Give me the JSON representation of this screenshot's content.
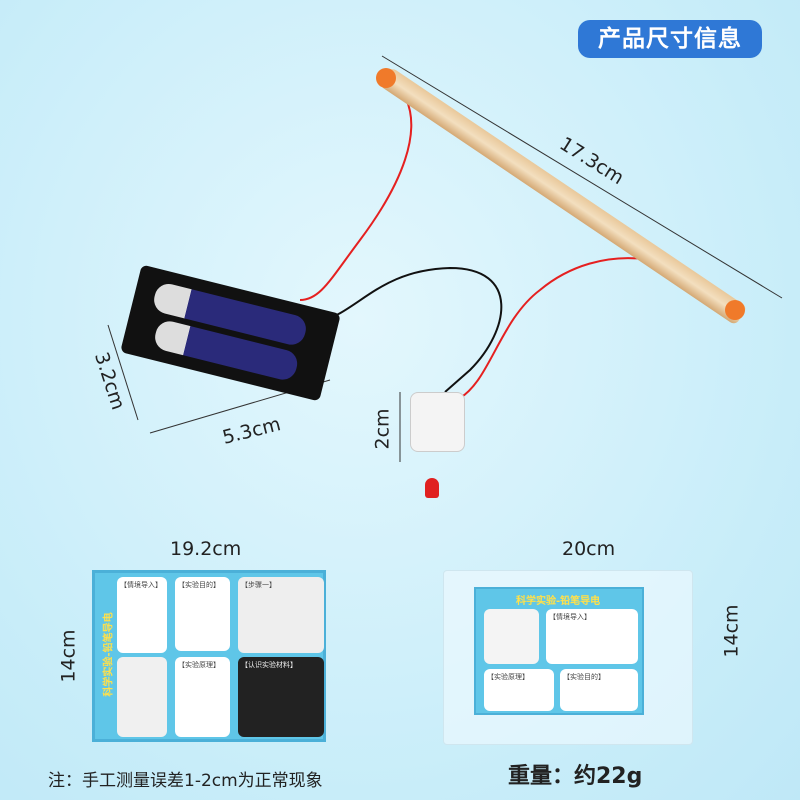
{
  "header": {
    "badge": "产品尺寸信息"
  },
  "dimensions": {
    "pencil_length": "17.3cm",
    "battery_box_width": "5.3cm",
    "battery_box_height": "3.2cm",
    "clip_height": "2cm",
    "card_width": "19.2cm",
    "card_height": "14cm",
    "bag_width": "20cm",
    "bag_height": "14cm"
  },
  "card": {
    "title": "科学实验-铅笔导电",
    "sections": [
      "【情境导入】",
      "【实验目的】",
      "【实验原理】",
      "【步骤一】",
      "【认识实验材料】"
    ]
  },
  "bag_card": {
    "title": "科学实验-铅笔导电",
    "sections": [
      "【情境导入】",
      "【实验原理】",
      "【实验目的】"
    ]
  },
  "footer": {
    "note": "注：手工测量误差1-2cm为正常现象",
    "weight": "重量：约22g"
  },
  "colors": {
    "badge": "#2f78d6",
    "card": "#5fc6e8",
    "wire_red": "#e52020",
    "pencil_tip": "#f07a2a"
  }
}
